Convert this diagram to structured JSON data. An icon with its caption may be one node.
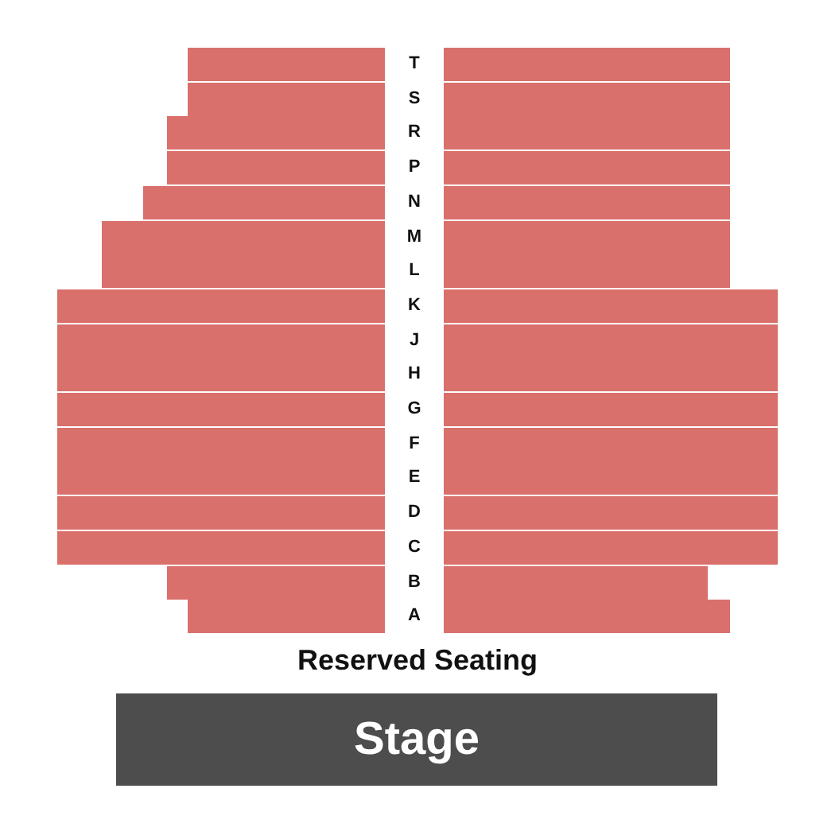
{
  "diagram": {
    "nodes": [
      {
        "text": [
          "Stage"
        ]
      }
    ],
    "labels": [
      "T",
      "S",
      "R",
      "P",
      "N",
      "M",
      "L",
      "K",
      "J",
      "H",
      "G",
      "F",
      "E",
      "D",
      "C",
      "B",
      "A",
      "Reserved Seating"
    ]
  }
}
